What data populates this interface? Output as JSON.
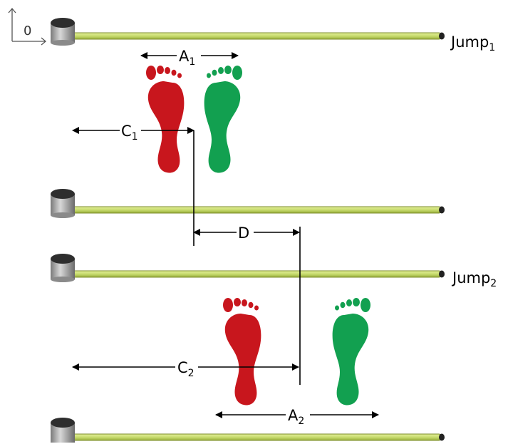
{
  "labels": {
    "origin": "0",
    "jump1": "Jump",
    "jump1_sub": "1",
    "jump2": "Jump",
    "jump2_sub": "2",
    "A1": "A",
    "A1_sub": "1",
    "C1": "C",
    "C1_sub": "1",
    "D": "D",
    "C2": "C",
    "C2_sub": "2",
    "A2": "A",
    "A2_sub": "2"
  },
  "colors": {
    "bar_fill": "#c8dc6e",
    "bar_stroke": "#7c8c2a",
    "sensor_body": "#9a9a9a",
    "sensor_top": "#2e2e2e",
    "left_foot": "#c8161d",
    "right_foot": "#12a050",
    "line": "#000000"
  },
  "icons": [
    "sensor-icon",
    "left-foot-icon",
    "right-foot-icon",
    "axis-icon"
  ]
}
